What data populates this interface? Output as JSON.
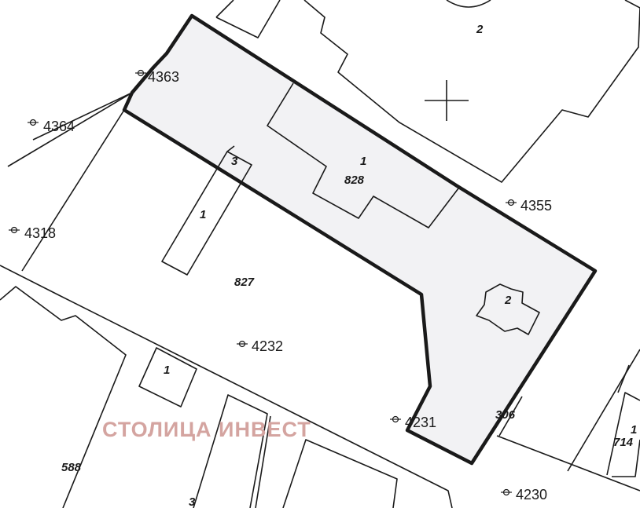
{
  "map": {
    "highlight_fill": "#f2f2f4",
    "line_color": "#1a1a1a",
    "watermark_color": "#d4a4a0",
    "watermark": "СТОЛИЦА ИНВЕСТ",
    "parcels": {
      "p828": "828",
      "p827": "827",
      "p588": "588",
      "p306": "306",
      "p714": "714"
    },
    "buildings": {
      "b_top_right": "2",
      "b_828": "1",
      "b_small_2": "2",
      "b_827_1": "1",
      "b_827_3": "3",
      "b_lower_1": "1",
      "b_bottom_3": "3",
      "b_edge_1": "1"
    },
    "points": {
      "pt4363": "4363",
      "pt4364": "4364",
      "pt4355": "4355",
      "pt4318": "4318",
      "pt4232": "4232",
      "pt4231": "4231",
      "pt4230": "4230"
    }
  }
}
